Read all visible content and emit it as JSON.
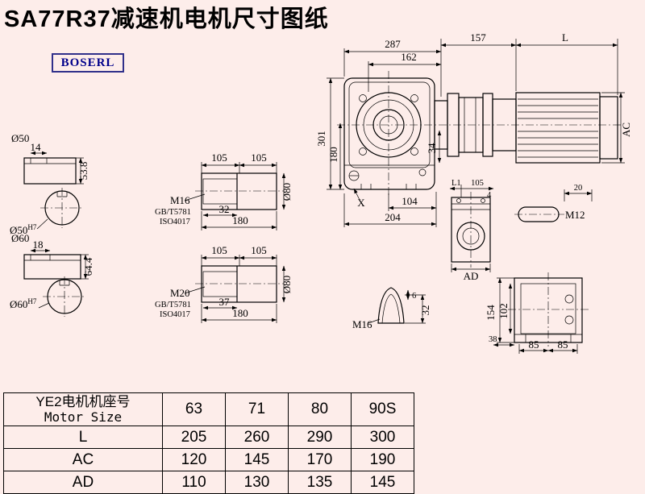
{
  "page": {
    "title": "SA77R37减速机电机尺寸图纸"
  },
  "logo": {
    "text": "BOSERL"
  },
  "main_view": {
    "dim_287": "287",
    "dim_162": "162",
    "dim_157": "157",
    "dim_L": "L",
    "dim_301": "301",
    "dim_180": "180",
    "dim_34": "34",
    "dim_X": "X",
    "dim_104": "104",
    "dim_204": "204",
    "dim_AC": "AC"
  },
  "shaft50": {
    "label": "Ø50",
    "dim_len": "14",
    "dim_height": "53.8",
    "bore": "Ø50",
    "bore_tol": "H7"
  },
  "shaft60": {
    "label": "Ø60",
    "dim_len": "18",
    "dim_height": "64.4",
    "bore": "Ø60",
    "bore_tol": "H7"
  },
  "bolt1": {
    "dim_105a": "105",
    "dim_105b": "105",
    "thread": "M16",
    "std1": "GB/T5781",
    "std2": "ISO4017",
    "dim_len": "32",
    "dim_total": "180",
    "dim_dia": "Ø80"
  },
  "bolt2": {
    "dim_105a": "105",
    "dim_105b": "105",
    "thread": "M20",
    "std1": "GB/T5781",
    "std2": "ISO4017",
    "dim_len": "37",
    "dim_total": "180",
    "dim_dia": "Ø80"
  },
  "side_view": {
    "dim_L1": "L1",
    "dim_105": "105",
    "dim_4": "4",
    "dim_AD": "AD"
  },
  "stub_view": {
    "dim_20": "20",
    "thread": "M12"
  },
  "cone_view": {
    "dim_6": "6",
    "dim_32": "32",
    "thread": "M16"
  },
  "back_view": {
    "dim_154": "154",
    "dim_102": "102",
    "dim_38": "38",
    "dim_85a": "85",
    "dim_85b": "85"
  },
  "table": {
    "header": {
      "line1": "YE2电机机座号",
      "line2": "Motor Size"
    },
    "columns": [
      "63",
      "71",
      "80",
      "90S"
    ],
    "rows": [
      {
        "label": "L",
        "values": [
          "205",
          "260",
          "290",
          "300"
        ]
      },
      {
        "label": "AC",
        "values": [
          "120",
          "145",
          "170",
          "190"
        ]
      },
      {
        "label": "AD",
        "values": [
          "110",
          "130",
          "135",
          "145"
        ]
      }
    ]
  }
}
